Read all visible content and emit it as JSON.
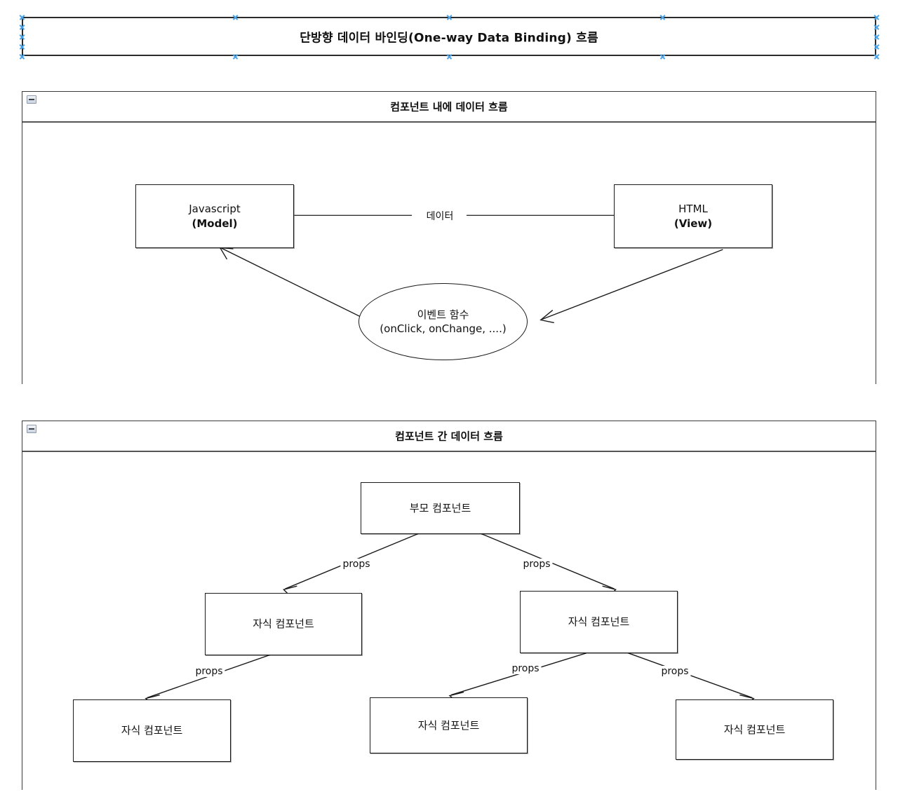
{
  "title_banner": {
    "text": "단방향 데이터 바인딩(One-way Data Binding) 흐름",
    "selected": true,
    "border_color": "#2b2b2b",
    "handle_color": "#4aa3e8"
  },
  "sections": [
    {
      "id": "intra-component",
      "header_title": "컴포넌트 내에 데이터 흐름",
      "collapse_icon": "minus-icon",
      "diagram": {
        "type": "flow",
        "nodes": [
          {
            "id": "model",
            "shape": "rect",
            "lines": [
              "Javascript",
              "(Model)"
            ],
            "bold_lines": [
              false,
              true
            ]
          },
          {
            "id": "view",
            "shape": "rect",
            "lines": [
              "HTML",
              "(View)"
            ],
            "bold_lines": [
              false,
              true
            ]
          },
          {
            "id": "event",
            "shape": "ellipse",
            "lines": [
              "이벤트 함수",
              "(onClick, onChange, ....)"
            ],
            "bold_lines": [
              false,
              false
            ]
          }
        ],
        "edges": [
          {
            "from": "model",
            "to": "view",
            "label": "데이터"
          },
          {
            "from": "view",
            "to": "event",
            "label": ""
          },
          {
            "from": "event",
            "to": "model",
            "label": ""
          }
        ]
      }
    },
    {
      "id": "inter-component",
      "header_title": "컴포넌트 간 데이터 흐름",
      "collapse_icon": "minus-icon",
      "diagram": {
        "type": "tree",
        "nodes": [
          {
            "id": "parent",
            "shape": "rect",
            "lines": [
              "부모 컴포넌트"
            ],
            "bold_lines": [
              false
            ]
          },
          {
            "id": "child-l",
            "shape": "rect",
            "lines": [
              "자식 컴포넌트"
            ],
            "bold_lines": [
              false
            ]
          },
          {
            "id": "child-r",
            "shape": "rect",
            "lines": [
              "자식 컴포넌트"
            ],
            "bold_lines": [
              false
            ]
          },
          {
            "id": "child-ll",
            "shape": "rect",
            "lines": [
              "자식 컴포넌트"
            ],
            "bold_lines": [
              false
            ]
          },
          {
            "id": "child-rl",
            "shape": "rect",
            "lines": [
              "자식 컴포넌트"
            ],
            "bold_lines": [
              false
            ]
          },
          {
            "id": "child-rr",
            "shape": "rect",
            "lines": [
              "자식 컴포넌트"
            ],
            "bold_lines": [
              false
            ]
          }
        ],
        "edges": [
          {
            "from": "parent",
            "to": "child-l",
            "label": "props"
          },
          {
            "from": "parent",
            "to": "child-r",
            "label": "props"
          },
          {
            "from": "child-l",
            "to": "child-ll",
            "label": "props"
          },
          {
            "from": "child-r",
            "to": "child-rl",
            "label": "props"
          },
          {
            "from": "child-r",
            "to": "child-rr",
            "label": "props"
          }
        ]
      }
    }
  ]
}
